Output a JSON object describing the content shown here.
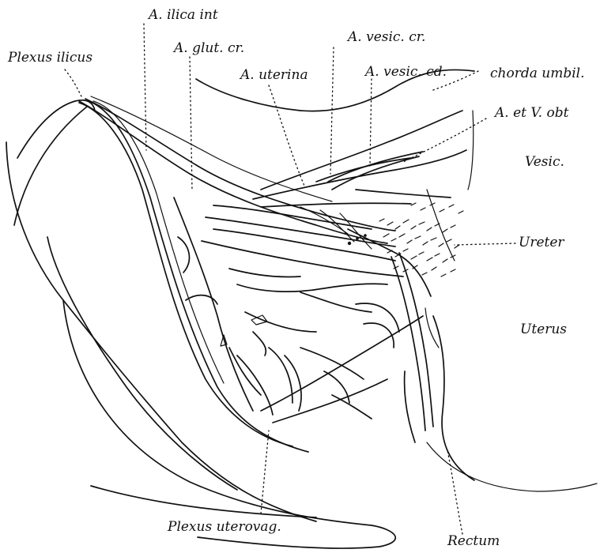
{
  "labels": {
    "plexus_ilicus": "Plexus ilicus",
    "a_ilica_int": "A. ilica int",
    "a_glut_cr": "A. glut. cr.",
    "a_vesic_cr": "A. vesic. cr.",
    "a_vesic_cd": "A. vesic. cd.",
    "a_uterina": "A. uterina",
    "chorda_umbil": "chorda umbil.",
    "a_et_v_obt": "A. et V. obt",
    "vesic": "Vesic.",
    "ureter": "Ureter",
    "uterus": "Uterus",
    "plexus_uterovag": "Plexus uterovag.",
    "rectum": "Rectum"
  },
  "colors": {
    "ink": "#111111",
    "paper": "#ffffff"
  }
}
